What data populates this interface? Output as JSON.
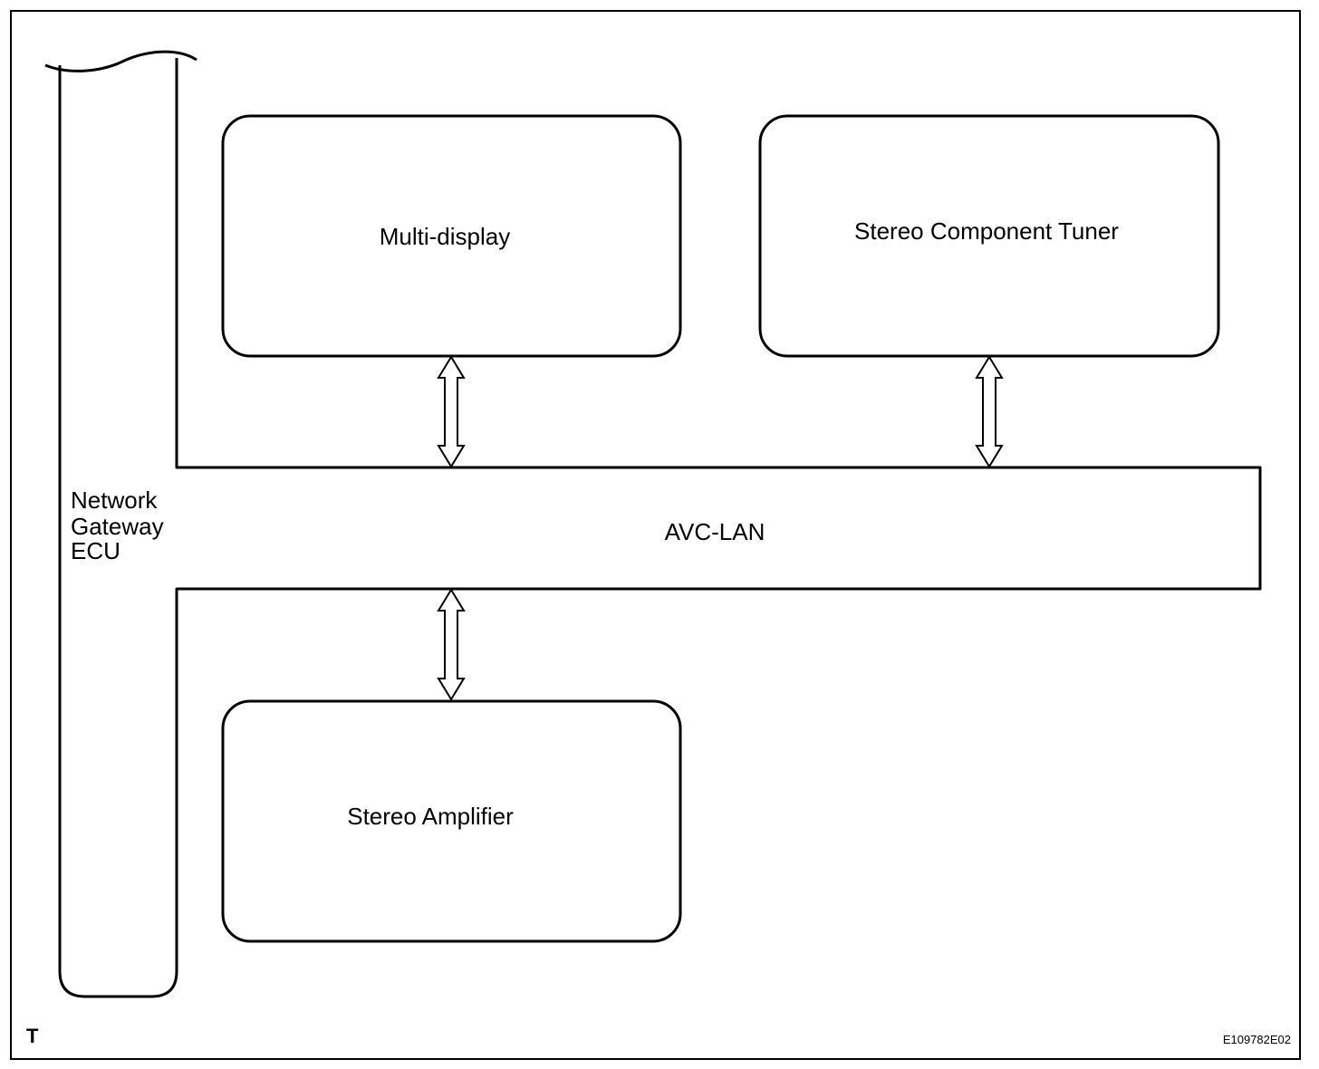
{
  "labels": {
    "multi_display": "Multi-display",
    "stereo_component_tuner": "Stereo Component Tuner",
    "stereo_amplifier": "Stereo Amplifier",
    "gateway_line1": "Network",
    "gateway_line2": "Gateway",
    "gateway_line3": "ECU",
    "bus": "AVC-LAN",
    "corner_mark": "T",
    "figure_id": "E109782E02"
  },
  "colors": {
    "stroke": "#000000",
    "fill": "#ffffff"
  }
}
